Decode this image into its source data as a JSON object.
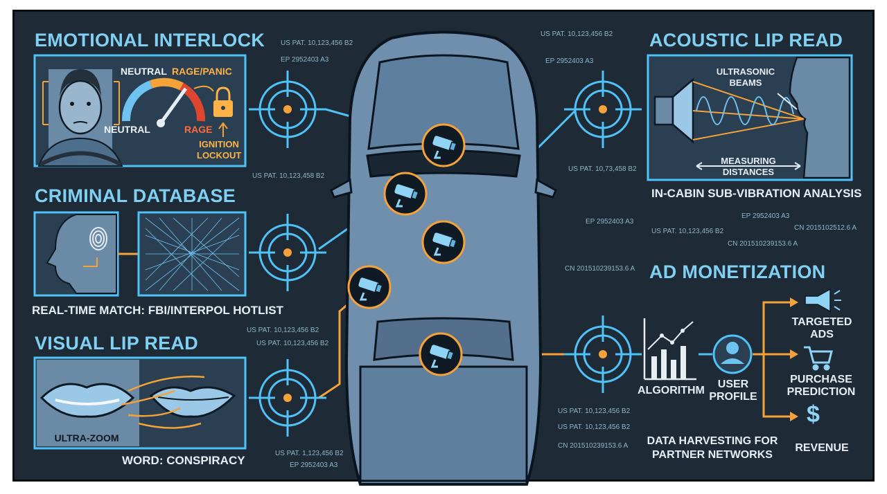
{
  "emotional": {
    "title": "EMOTIONAL INTERLOCK",
    "neutral_top": "NEUTRAL",
    "rage_panic": "RAGE/PANIC",
    "neutral_bottom": "NEUTRAL",
    "rage": "RAGE",
    "ignition": "IGNITION",
    "lockout": "LOCKOUT"
  },
  "criminal": {
    "title": "CRIMINAL DATABASE",
    "caption": "REAL-TIME MATCH: FBI/INTERPOL HOTLIST"
  },
  "visual": {
    "title": "VISUAL LIP READ",
    "zoom": "ULTRA-ZOOM",
    "word": "WORD: CONSPIRACY"
  },
  "acoustic": {
    "title": "ACOUSTIC LIP READ",
    "beams_1": "ULTRASONIC",
    "beams_2": "BEAMS",
    "measuring_1": "MEASURING",
    "measuring_2": "DISTANCES",
    "caption": "IN-CABIN SUB-VIBRATION ANALYSIS"
  },
  "ad": {
    "title": "AD MONETIZATION",
    "algorithm": "ALGORITHM",
    "user_1": "USER",
    "user_2": "PROFILE",
    "targeted_1": "TARGETED",
    "targeted_2": "ADS",
    "purchase_1": "PURCHASE",
    "purchase_2": "PREDICTION",
    "revenue": "REVENUE",
    "revenue_symbol": "$",
    "harvest_1": "DATA HARVESTING FOR",
    "harvest_2": "PARTNER NETWORKS"
  },
  "patents": [
    "US PAT. 10,123,456 B2",
    "EP 2952403 A3",
    "US PAT. 10,123,456 B2",
    "EP 2952403 A3",
    "US PAT. 10,123,458 B2",
    "US PAT. 10,73,458 B2",
    "EP 2952403 A3",
    "EP 2952403 A3",
    "US PAT. 10,123,456 B2",
    "CN 2015102512.6 A",
    "CN 201510239153.6 A",
    "CN 201510239153.6 A",
    "US PAT. 10,123,456 B2",
    "US PAT. 10,123,456 B2",
    "US PAT. 10,123,456 B2",
    "US PAT. 10,123,456 B2",
    "CN 201510239153.6 A",
    "US PAT. 1,123,456 B2",
    "EP 2952403 A3"
  ],
  "colors": {
    "background": "#1e2a36",
    "accent_blue": "#4fc3f7",
    "accent_orange": "#f5a23a",
    "car_body": "#6f8fad"
  }
}
